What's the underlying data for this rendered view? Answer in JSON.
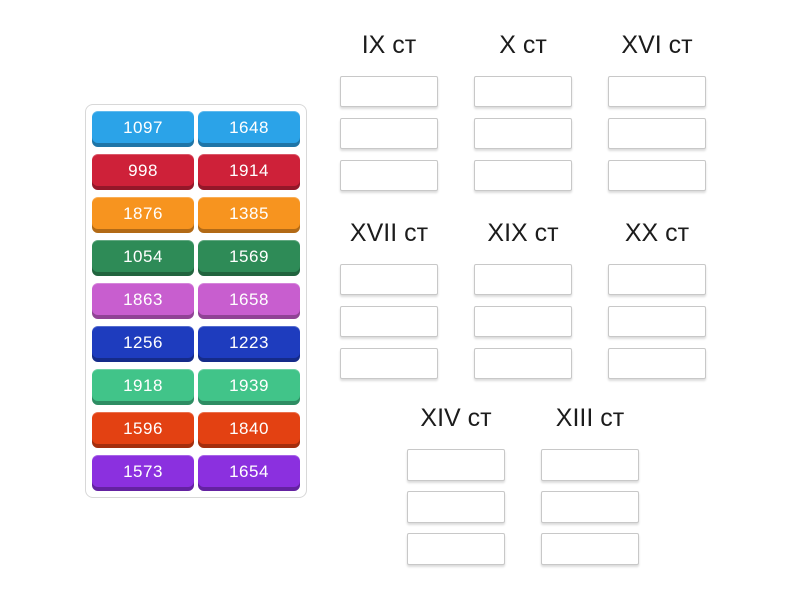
{
  "page": {
    "background_color": "#ffffff",
    "slot_border_color": "#c8c8c8",
    "panel_border_color": "#d8d8d8",
    "header_text_color": "#1c1c1c",
    "tile_text_color": "#ffffff"
  },
  "tile_panel": {
    "tiles": [
      {
        "label": "1097",
        "color": "#2BA3E8"
      },
      {
        "label": "1648",
        "color": "#2BA3E8"
      },
      {
        "label": "998",
        "color": "#CE2139"
      },
      {
        "label": "1914",
        "color": "#CE2139"
      },
      {
        "label": "1876",
        "color": "#F7941F"
      },
      {
        "label": "1385",
        "color": "#F7941F"
      },
      {
        "label": "1054",
        "color": "#2E8B57"
      },
      {
        "label": "1569",
        "color": "#2E8B57"
      },
      {
        "label": "1863",
        "color": "#C85ECF"
      },
      {
        "label": "1658",
        "color": "#C85ECF"
      },
      {
        "label": "1256",
        "color": "#1E3CBE"
      },
      {
        "label": "1223",
        "color": "#1E3CBE"
      },
      {
        "label": "1918",
        "color": "#41C489"
      },
      {
        "label": "1939",
        "color": "#41C489"
      },
      {
        "label": "1596",
        "color": "#E34112"
      },
      {
        "label": "1840",
        "color": "#E34112"
      },
      {
        "label": "1573",
        "color": "#8B30DF"
      },
      {
        "label": "1654",
        "color": "#8B30DF"
      }
    ]
  },
  "group_rows": [
    {
      "groups": [
        {
          "label": "IX ст",
          "empty_slots": 3
        },
        {
          "label": "X ст",
          "empty_slots": 3
        },
        {
          "label": "XVI ст",
          "empty_slots": 3
        }
      ]
    },
    {
      "groups": [
        {
          "label": "XVII ст",
          "empty_slots": 3
        },
        {
          "label": "XIX ст",
          "empty_slots": 3
        },
        {
          "label": "XX ст",
          "empty_slots": 3
        }
      ]
    },
    {
      "groups": [
        {
          "label": "XIV ст",
          "empty_slots": 3
        },
        {
          "label": "XIII ст",
          "empty_slots": 3
        }
      ]
    }
  ]
}
